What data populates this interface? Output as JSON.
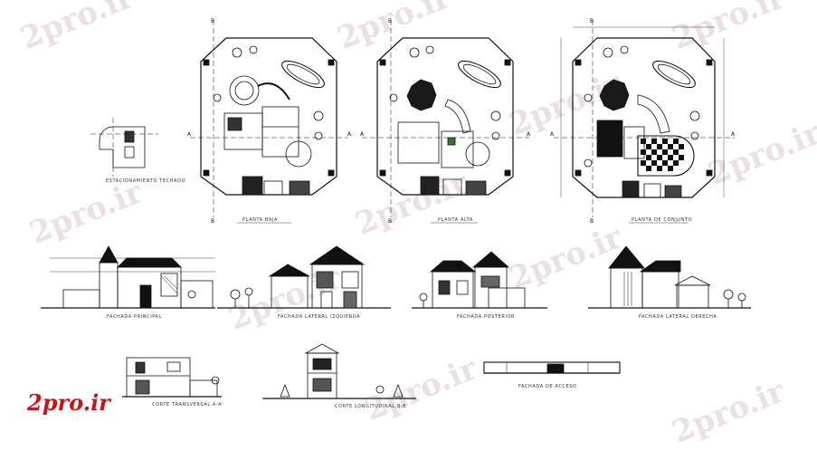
{
  "watermark": {
    "text": "2pro.ir",
    "color": "#ecdfe6"
  },
  "logo": {
    "text": "2pro.ir",
    "color": "#c4161c"
  },
  "plans": [
    {
      "key": "detail",
      "caption": "ESTACIONAMIENTO TECHADO"
    },
    {
      "key": "ground",
      "caption": "PLANTA BAJA"
    },
    {
      "key": "upper",
      "caption": "PLANTA ALTA"
    },
    {
      "key": "site",
      "caption": "PLANTA DE CONJUNTO"
    }
  ],
  "elevations": [
    {
      "key": "main",
      "caption": "FACHADA PRINCIPAL"
    },
    {
      "key": "left",
      "caption": "FACHADA LATERAL IZQUIERDA"
    },
    {
      "key": "rear",
      "caption": "FACHADA POSTERIOR"
    },
    {
      "key": "right",
      "caption": "FACHADA LATERAL DERECHA"
    }
  ],
  "sections": [
    {
      "key": "aa",
      "caption": "CORTE TRANSVERSAL A-A'"
    },
    {
      "key": "bb",
      "caption": "CORTE LONGITUDINAL B-B'"
    },
    {
      "key": "access",
      "caption": "FACHADA DE ACCESO"
    }
  ],
  "markers": {
    "b": "B",
    "a": "A"
  },
  "colors": {
    "line": "#111111",
    "hatch": "#222222",
    "tree": "#333333"
  }
}
